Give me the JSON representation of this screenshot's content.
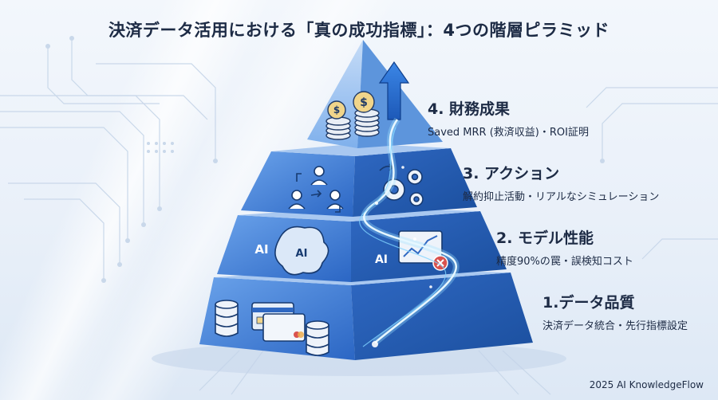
{
  "title": "決済データ活用における「真の成功指標」：4つの階層ピラミッド",
  "layers": [
    {
      "level": 4,
      "name": "4. 財務成果",
      "description": "Saved MRR (救済収益)・ROI証明",
      "icon": "coins-growth-icon"
    },
    {
      "level": 3,
      "name": "3. アクション",
      "description": "解約抑止活動・リアルなシミュレーション",
      "icon": "people-gears-icon"
    },
    {
      "level": 2,
      "name": "2. モデル性能",
      "description": "精度90%の罠・誤検知コスト",
      "icon": "ai-brain-chart-icon"
    },
    {
      "level": 1,
      "name": "1.データ品質",
      "description": "決済データ統合・先行指標設定",
      "icon": "database-card-icon"
    }
  ],
  "icon_text": {
    "ai_left": "AI",
    "ai_brain": "AI",
    "ai_right": "AI"
  },
  "footer": "2025 AI KnowledgeFlow",
  "colors": {
    "accent": "#2f6fd0",
    "dark_face": "#1f58b0",
    "light_face": "#5b93e0",
    "text": "#1d2b45"
  }
}
